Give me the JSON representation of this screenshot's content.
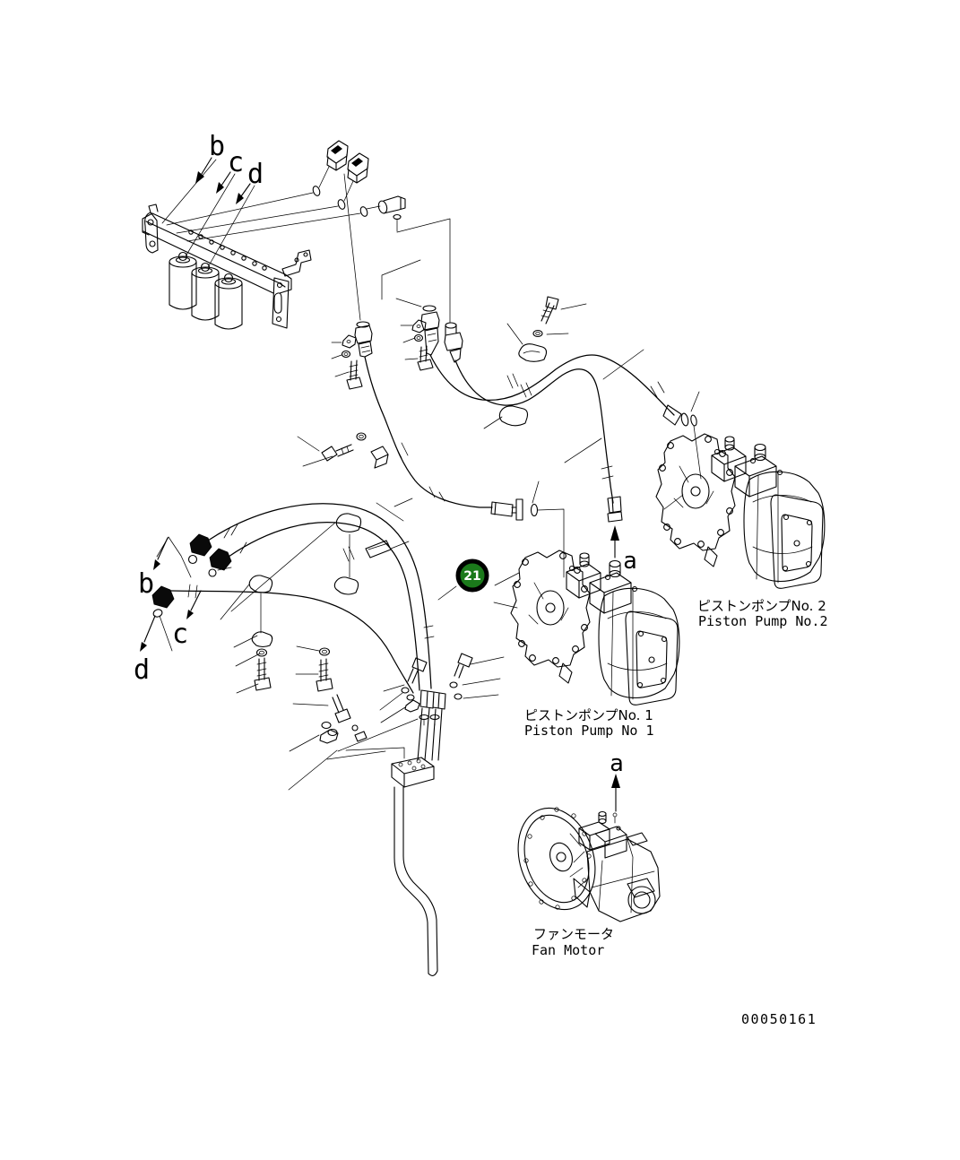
{
  "figure": {
    "type": "hydraulic-piping-parts-diagram",
    "callout": {
      "number": "21",
      "fill": "#1b7a1b",
      "ring_color": "#000000",
      "text_color": "#ffffff"
    },
    "drawing_number": "00050161",
    "port_labels": {
      "top_b": "b",
      "top_c": "c",
      "top_d": "d",
      "left_b": "b",
      "left_c": "c",
      "left_d": "d",
      "pump1_a": "a",
      "fan_a": "a"
    },
    "components": {
      "piston_pump_no2": {
        "name_jp": "ピストンポンプNo. 2",
        "name_en": "Piston Pump No.2"
      },
      "piston_pump_no1": {
        "name_jp": "ピストンポンプNo. 1",
        "name_en": "Piston Pump No 1"
      },
      "fan_motor": {
        "name_jp": "ファンモータ",
        "name_en": "Fan Motor"
      }
    }
  }
}
